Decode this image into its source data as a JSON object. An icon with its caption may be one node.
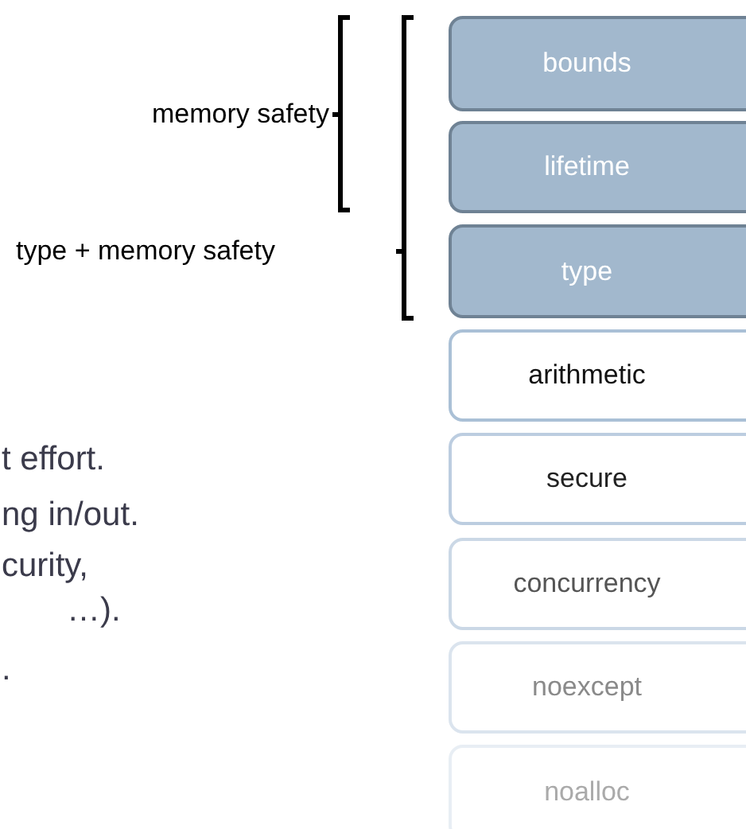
{
  "diagram": {
    "nodes": [
      {
        "text": [
          "bounds"
        ]
      },
      {
        "text": [
          "lifetime"
        ]
      },
      {
        "text": [
          "type"
        ]
      },
      {
        "text": [
          "arithmetic"
        ]
      },
      {
        "text": [
          "secure"
        ]
      },
      {
        "text": [
          "concurrency"
        ]
      },
      {
        "text": [
          "noexcept"
        ]
      },
      {
        "text": [
          "noalloc"
        ]
      }
    ],
    "labels": [
      "memory safety",
      "type + memory safety",
      "t effort.",
      "ng in/out.",
      "curity,",
      "…).",
      "."
    ]
  }
}
